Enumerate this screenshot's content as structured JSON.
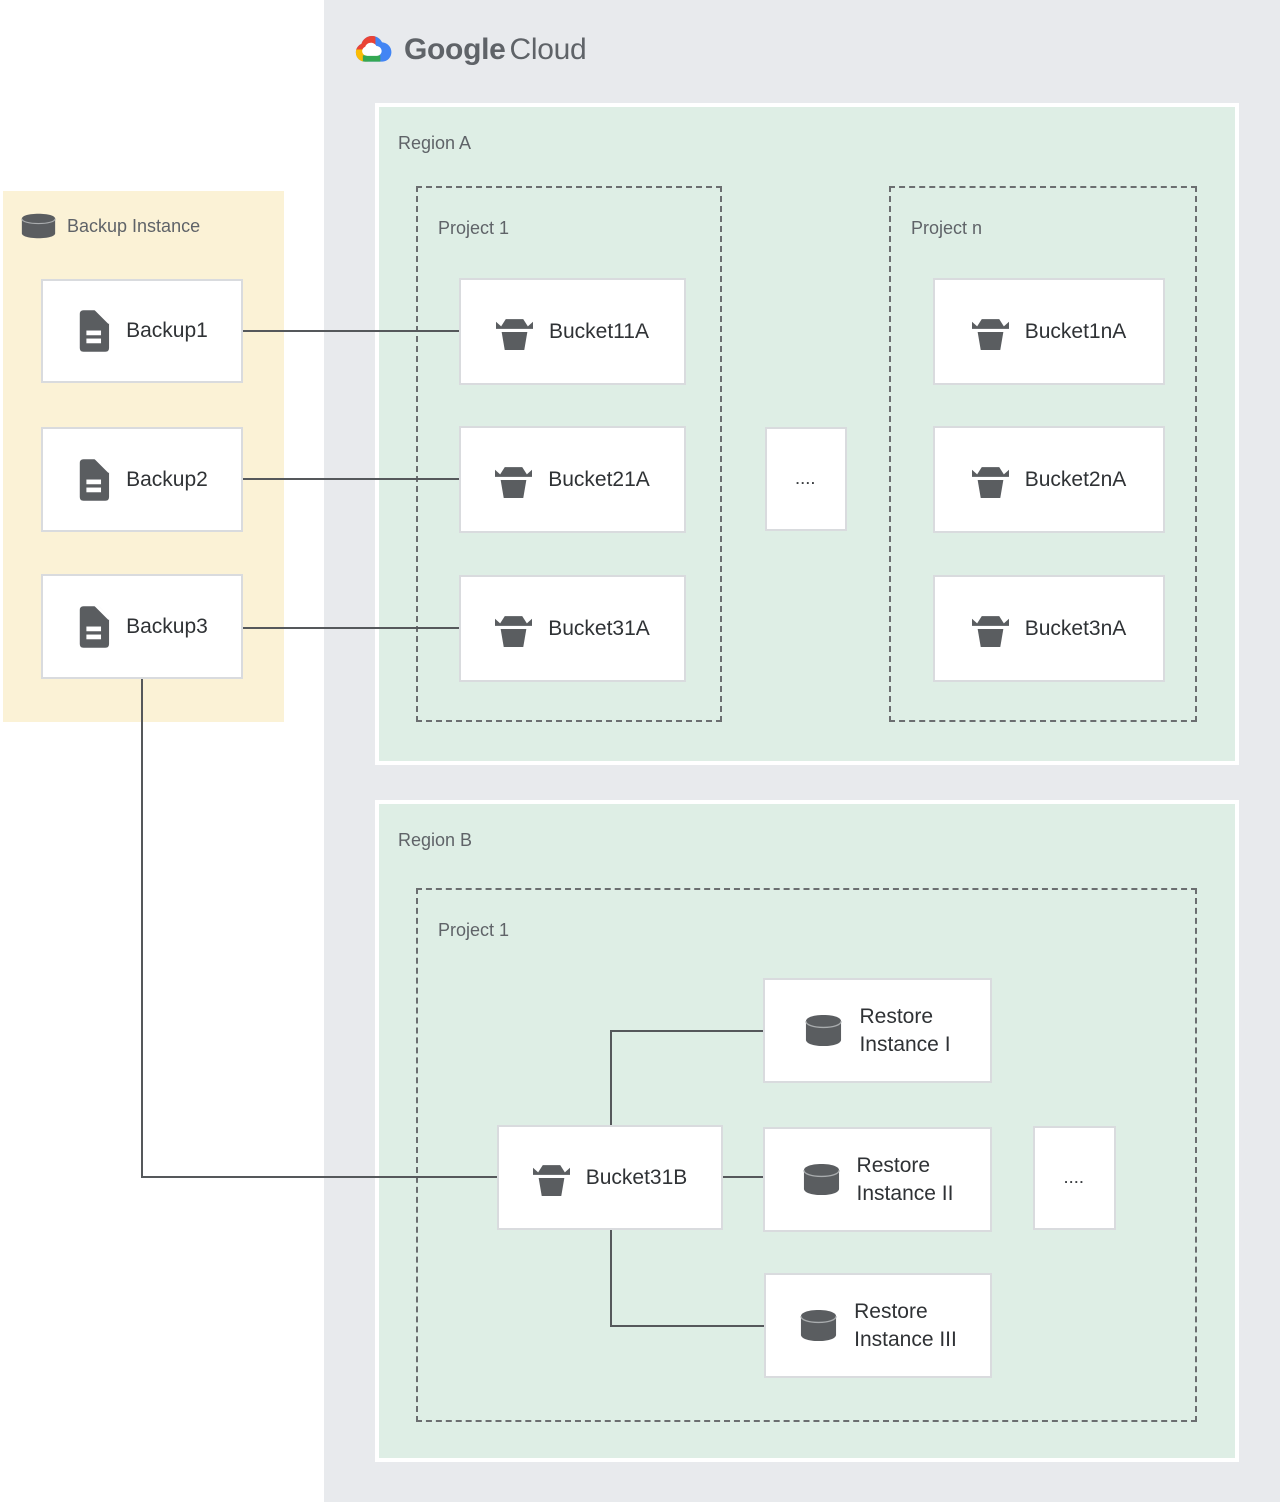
{
  "logo": {
    "part1": "Google",
    "part2": "Cloud"
  },
  "backup_panel": {
    "title": "Backup Instance",
    "items": [
      {
        "label": "Backup1"
      },
      {
        "label": "Backup2"
      },
      {
        "label": "Backup3"
      }
    ]
  },
  "region_a": {
    "label": "Region A",
    "ellipsis": "....",
    "projects": [
      {
        "label": "Project 1",
        "buckets": [
          {
            "label": "Bucket11A"
          },
          {
            "label": "Bucket21A"
          },
          {
            "label": "Bucket31A"
          }
        ]
      },
      {
        "label": "Project n",
        "buckets": [
          {
            "label": "Bucket1nA"
          },
          {
            "label": "Bucket2nA"
          },
          {
            "label": "Bucket3nA"
          }
        ]
      }
    ]
  },
  "region_b": {
    "label": "Region B",
    "project_label": "Project 1",
    "bucket": {
      "label": "Bucket31B"
    },
    "ellipsis": "....",
    "restores": [
      {
        "line1": "Restore",
        "line2": "Instance I"
      },
      {
        "line1": "Restore",
        "line2": "Instance II"
      },
      {
        "line1": "Restore",
        "line2": "Instance III"
      }
    ]
  },
  "colors": {
    "gcp_panel_bg": "#E8EAED",
    "region_bg": "#DEEEE5",
    "backup_panel_bg": "#FBF2D6",
    "node_border": "#D9DBDE",
    "connector": "#55585B",
    "icon_gray": "#5A5D60",
    "label_gray": "#5F6368",
    "text_dark": "#2F3235",
    "logo_red": "#EA4335",
    "logo_blue": "#4285F4",
    "logo_yellow": "#FBBC04",
    "logo_green": "#34A853"
  }
}
